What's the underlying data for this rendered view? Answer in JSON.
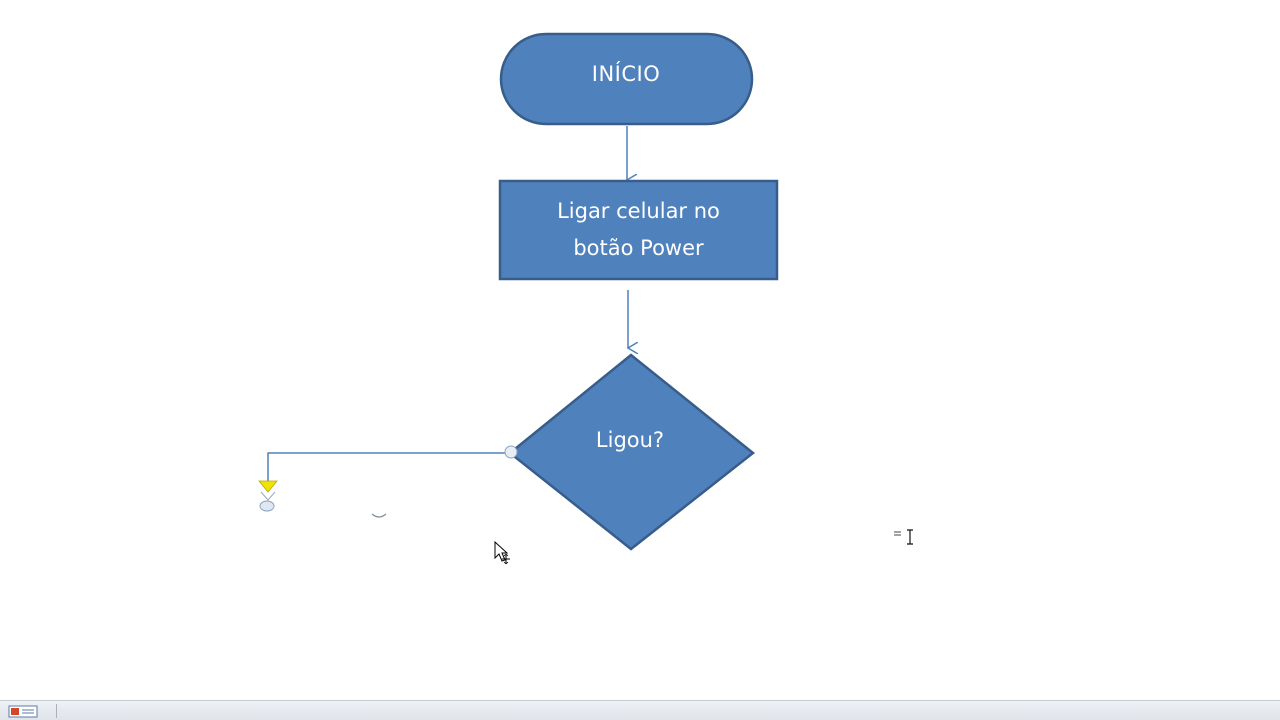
{
  "flowchart": {
    "start": {
      "label": "INÍCIO"
    },
    "process": {
      "line1": "Ligar celular no",
      "line2": "botão Power"
    },
    "decision": {
      "label": "Ligou?"
    }
  },
  "colors": {
    "shape_fill": "#4f81bd",
    "shape_border": "#385d8a",
    "connector": "#4f81bd",
    "handle_yellow": "#f2e200",
    "statusbar": "#dfe4ea"
  },
  "icons": {
    "mouse_cursor": "move-cursor-icon",
    "text_cursor": "text-ibeam-cursor-icon",
    "connector_end": "connector-adjust-handle-icon",
    "app": "presentation-app-icon"
  }
}
